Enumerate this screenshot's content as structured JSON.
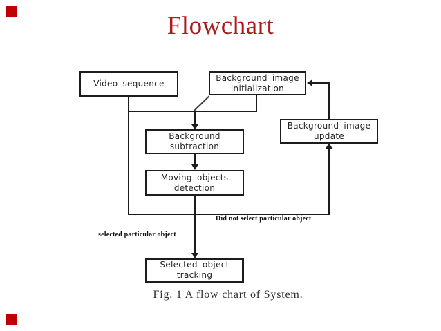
{
  "slide": {
    "title": "Flowchart",
    "caption": "Fig. 1 A flow chart of System."
  },
  "colors": {
    "title_red": "#AB1B1B",
    "decor_red": "#C00000",
    "ink": "#1c1c1c"
  },
  "flowchart": {
    "nodes": {
      "video": {
        "line1": "Video sequence"
      },
      "init": {
        "line1": "Background image",
        "line2": "initialization"
      },
      "update": {
        "line1": "Background image",
        "line2": "update"
      },
      "subtract": {
        "line1": "Background",
        "line2": "subtraction"
      },
      "detect": {
        "line1": "Moving objects",
        "line2": "detection"
      },
      "track": {
        "line1": "Selected object",
        "line2": "tracking"
      }
    },
    "edge_labels": {
      "did_not_select": "Did not select particular object",
      "selected": "selected particular object"
    }
  }
}
